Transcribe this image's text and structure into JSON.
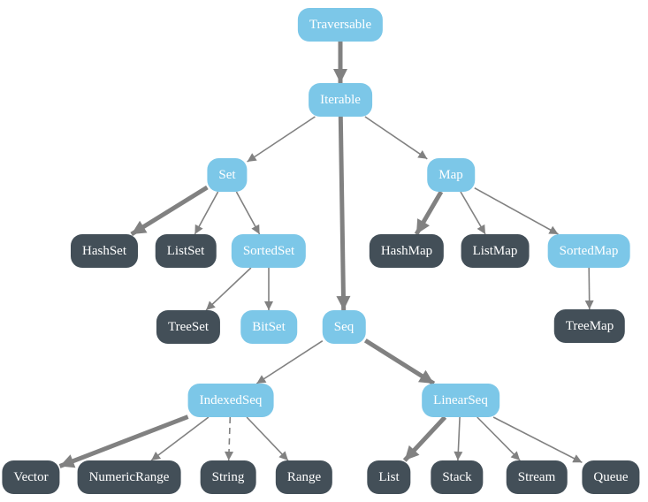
{
  "diagram": {
    "name": "collections-hierarchy",
    "colors": {
      "trait_fill": "#7cc7e8",
      "class_fill": "#434f58",
      "edge": "#818181",
      "label_text": "#ffffff",
      "background": "#ffffff"
    },
    "nodes": [
      {
        "id": "traversable",
        "label": "Traversable",
        "kind": "trait"
      },
      {
        "id": "iterable",
        "label": "Iterable",
        "kind": "trait"
      },
      {
        "id": "set",
        "label": "Set",
        "kind": "trait"
      },
      {
        "id": "map",
        "label": "Map",
        "kind": "trait"
      },
      {
        "id": "hashset",
        "label": "HashSet",
        "kind": "class"
      },
      {
        "id": "listset",
        "label": "ListSet",
        "kind": "class"
      },
      {
        "id": "sortedset",
        "label": "SortedSet",
        "kind": "trait"
      },
      {
        "id": "hashmap",
        "label": "HashMap",
        "kind": "class"
      },
      {
        "id": "listmap",
        "label": "ListMap",
        "kind": "class"
      },
      {
        "id": "sortedmap",
        "label": "SortedMap",
        "kind": "trait"
      },
      {
        "id": "treeset",
        "label": "TreeSet",
        "kind": "class"
      },
      {
        "id": "bitset",
        "label": "BitSet",
        "kind": "trait"
      },
      {
        "id": "seq",
        "label": "Seq",
        "kind": "trait"
      },
      {
        "id": "treemap",
        "label": "TreeMap",
        "kind": "class"
      },
      {
        "id": "indexedseq",
        "label": "IndexedSeq",
        "kind": "trait"
      },
      {
        "id": "linearseq",
        "label": "LinearSeq",
        "kind": "trait"
      },
      {
        "id": "vector",
        "label": "Vector",
        "kind": "class"
      },
      {
        "id": "numericrange",
        "label": "NumericRange",
        "kind": "class"
      },
      {
        "id": "string",
        "label": "String",
        "kind": "class"
      },
      {
        "id": "range",
        "label": "Range",
        "kind": "class"
      },
      {
        "id": "list",
        "label": "List",
        "kind": "class"
      },
      {
        "id": "stack",
        "label": "Stack",
        "kind": "class"
      },
      {
        "id": "stream",
        "label": "Stream",
        "kind": "class"
      },
      {
        "id": "queue",
        "label": "Queue",
        "kind": "class"
      }
    ],
    "edges": [
      {
        "from": "traversable",
        "to": "iterable",
        "weight": "thick",
        "style": "solid"
      },
      {
        "from": "iterable",
        "to": "set",
        "weight": "thin",
        "style": "solid"
      },
      {
        "from": "iterable",
        "to": "seq",
        "weight": "thick",
        "style": "solid"
      },
      {
        "from": "iterable",
        "to": "map",
        "weight": "thin",
        "style": "solid"
      },
      {
        "from": "set",
        "to": "hashset",
        "weight": "thick",
        "style": "solid"
      },
      {
        "from": "set",
        "to": "listset",
        "weight": "thin",
        "style": "solid"
      },
      {
        "from": "set",
        "to": "sortedset",
        "weight": "thin",
        "style": "solid"
      },
      {
        "from": "sortedset",
        "to": "treeset",
        "weight": "thin",
        "style": "solid"
      },
      {
        "from": "sortedset",
        "to": "bitset",
        "weight": "thin",
        "style": "solid"
      },
      {
        "from": "map",
        "to": "hashmap",
        "weight": "thick",
        "style": "solid"
      },
      {
        "from": "map",
        "to": "listmap",
        "weight": "thin",
        "style": "solid"
      },
      {
        "from": "map",
        "to": "sortedmap",
        "weight": "thin",
        "style": "solid"
      },
      {
        "from": "sortedmap",
        "to": "treemap",
        "weight": "thin",
        "style": "solid"
      },
      {
        "from": "seq",
        "to": "indexedseq",
        "weight": "thin",
        "style": "solid"
      },
      {
        "from": "seq",
        "to": "linearseq",
        "weight": "thick",
        "style": "solid"
      },
      {
        "from": "indexedseq",
        "to": "vector",
        "weight": "thick",
        "style": "solid"
      },
      {
        "from": "indexedseq",
        "to": "numericrange",
        "weight": "thin",
        "style": "solid"
      },
      {
        "from": "indexedseq",
        "to": "string",
        "weight": "thin",
        "style": "dashed"
      },
      {
        "from": "indexedseq",
        "to": "range",
        "weight": "thin",
        "style": "solid"
      },
      {
        "from": "linearseq",
        "to": "list",
        "weight": "thick",
        "style": "solid"
      },
      {
        "from": "linearseq",
        "to": "stack",
        "weight": "thin",
        "style": "solid"
      },
      {
        "from": "linearseq",
        "to": "stream",
        "weight": "thin",
        "style": "solid"
      },
      {
        "from": "linearseq",
        "to": "queue",
        "weight": "thin",
        "style": "solid"
      }
    ]
  }
}
